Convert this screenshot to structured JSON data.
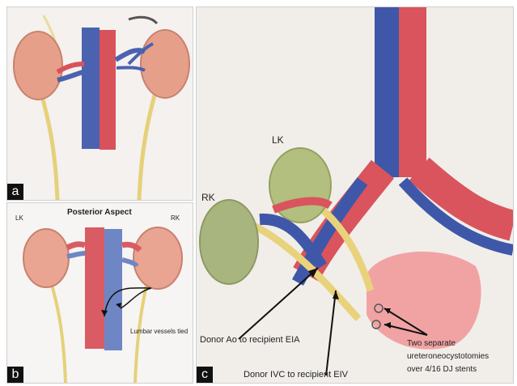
{
  "panels": {
    "a": {
      "tag": "a"
    },
    "b": {
      "tag": "b",
      "title": "Posterior Aspect",
      "left_label": "LK",
      "right_label": "RK",
      "annotation": "Lumbar vessels tied"
    },
    "c": {
      "tag": "c",
      "kidney_left_label": "LK",
      "kidney_right_label": "RK",
      "annotation_artery": "Donor Ao to recipient EIA",
      "annotation_vein": "Donor IVC to recipient EIV",
      "annotation_ureter_line1": "Two separate",
      "annotation_ureter_line2": "ureteroneocystotomies",
      "annotation_ureter_line3": "over 4/16 DJ stents"
    }
  },
  "colors": {
    "artery": "#d9505a",
    "vein": "#3b56a8",
    "kidney": "#e8a08c",
    "kidney_green": "#a9b57e",
    "ureter": "#e8d27a",
    "bladder": "#f1a3a3"
  }
}
